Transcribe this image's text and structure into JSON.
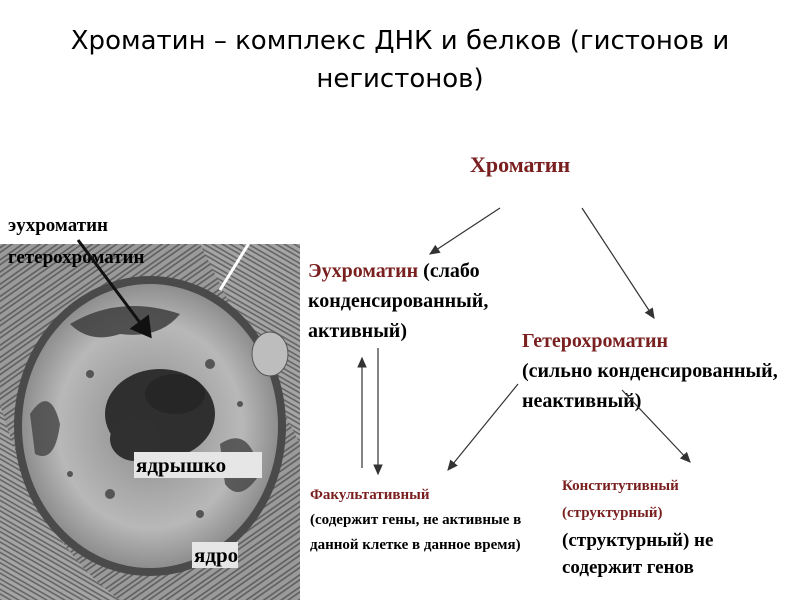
{
  "title": "Хроматин – комплекс ДНК и белков (гистонов и негистонов)",
  "chromatin": "Хроматин",
  "euchromatin": {
    "name": "Эухроматин",
    "desc": " (слабо конденсированный, активный)"
  },
  "heterochromatin": {
    "name": "Гетерохроматин",
    "desc": " (сильно конденсированный, неактивный)"
  },
  "facultative": {
    "name": "Факультативный",
    "desc": "(содержит гены, не активные в данной клетке в данное время)"
  },
  "constitutive": {
    "name": "Конститутивный",
    "sub": "(структурный)",
    "desc": "(структурный) не содержит генов"
  },
  "micrograph_labels": {
    "euchromatin": "эухроматин",
    "heterochromatin": "гетерохроматин",
    "nucleolus": "ядрышко",
    "nucleus": "ядро"
  },
  "colors": {
    "heading": "#7a1f1f",
    "text": "#000000",
    "badge_bg": "#e6e6e6"
  }
}
